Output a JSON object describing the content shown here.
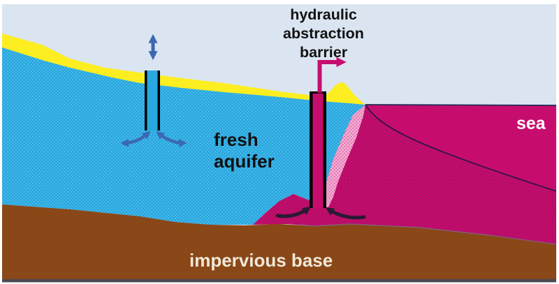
{
  "labels": {
    "barrier": "hydraulic abstraction barrier",
    "fresh_aquifer": "fresh aquifer",
    "sea": "sea",
    "impervious_base": "impervious base"
  },
  "colors": {
    "sky": "#dbe5f1",
    "ground_yellow": "#fcee21",
    "aquifer_blue": "#29a8e0",
    "aquifer_dot": "#9fe0f7",
    "sea_magenta": "#c60d6e",
    "wedge_dot": "#5e0d3f",
    "mixing_pink": "#f3aed4",
    "mixing_dot": "#c60d6e",
    "base_brown": "#8a4717",
    "arrow_blue": "#3c68b2",
    "arrow_dark": "#2a1a33",
    "label_dark": "#111111",
    "label_light": "#ffffff",
    "label_cream": "#f0e9d9",
    "surface_line": "#232a56",
    "seabed_line": "#31134d",
    "bottom_strip": "#4c4853",
    "well_outline": "#000000"
  }
}
